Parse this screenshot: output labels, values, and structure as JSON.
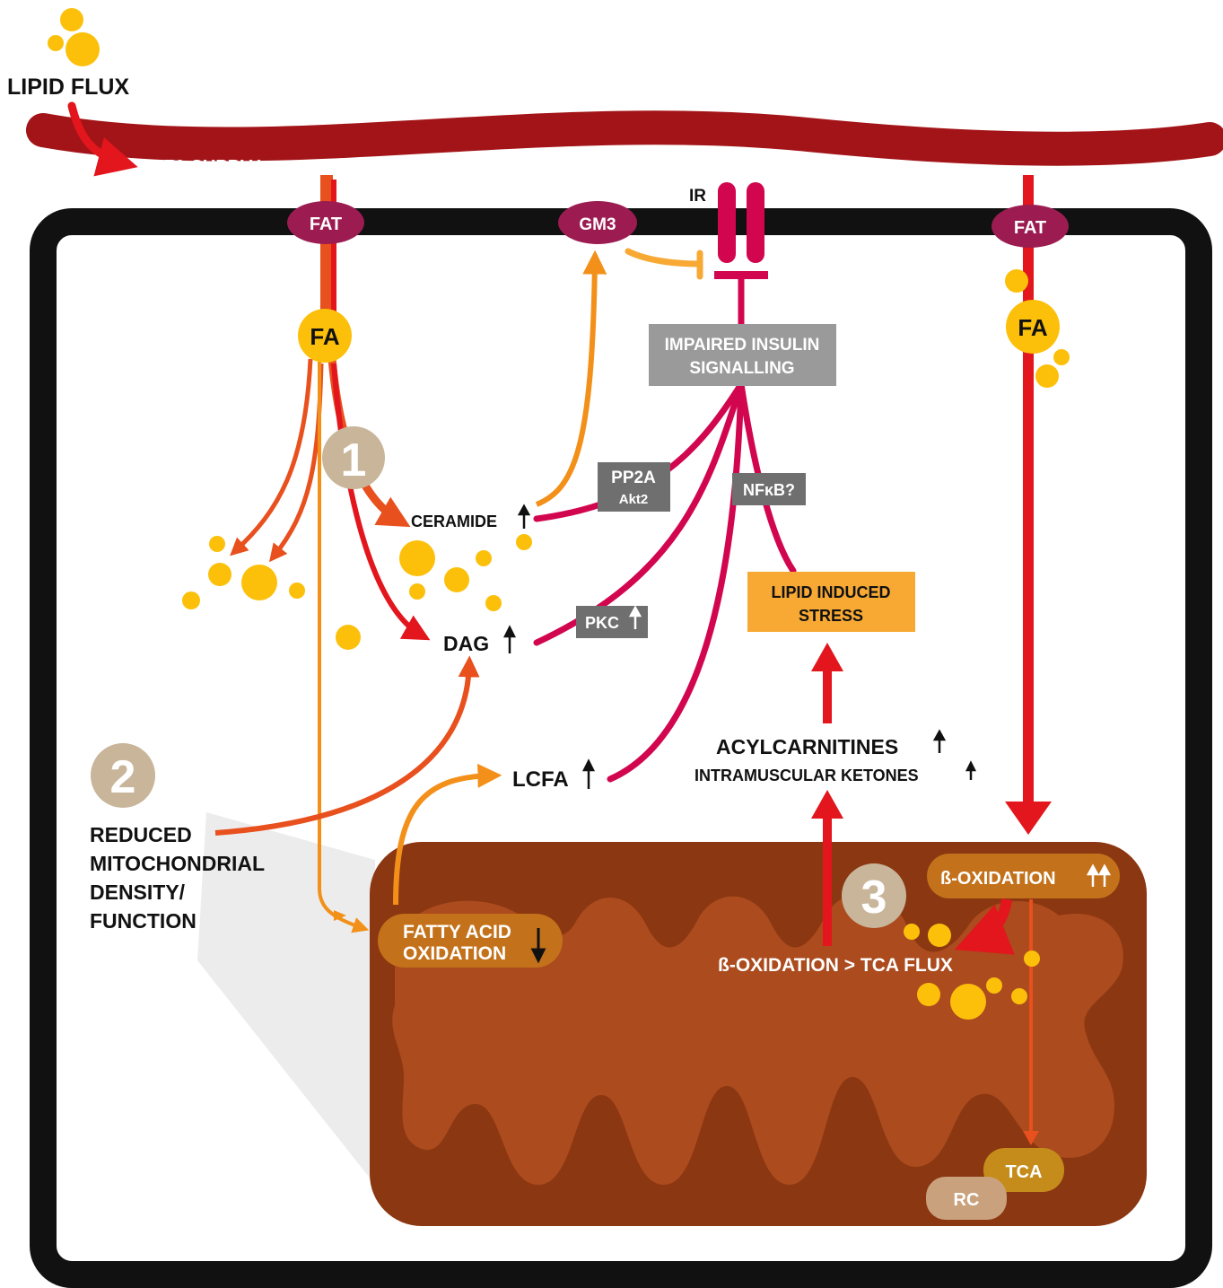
{
  "labels": {
    "lipid_flux": "LIPID FLUX",
    "ffa_supply": "FFA SUPPLY",
    "fat_left": "FAT",
    "fat_right": "FAT",
    "gm3": "GM3",
    "ir": "IR",
    "fa_left": "FA",
    "fa_right": "FA",
    "impaired_line1": "IMPAIRED INSULIN",
    "impaired_line2": "SIGNALLING",
    "pp2a": "PP2A",
    "akt2": "Akt2",
    "nfkb": "NFκB?",
    "pkc": "PKC",
    "ceramide": "CERAMIDE",
    "dag": "DAG",
    "lcfa": "LCFA",
    "lipid_stress_line1": "LIPID INDUCED",
    "lipid_stress_line2": "STRESS",
    "acylcarnitines": "ACYLCARNITINES",
    "ketones": "INTRAMUSCULAR KETONES",
    "reduced_line1": "REDUCED",
    "reduced_line2": "MITOCHONDRIAL",
    "reduced_line3": "DENSITY/",
    "reduced_line4": "FUNCTION",
    "fao_line1": "FATTY ACID",
    "fao_line2": "OXIDATION",
    "beta_ox": "ß-OXIDATION",
    "beta_tca": "ß-OXIDATION > TCA FLUX",
    "tca": "TCA",
    "rc": "RC",
    "num1": "1",
    "num2": "2",
    "num3": "3"
  },
  "colors": {
    "vessel": "#a31418",
    "red": "#e2161c",
    "orange_red": "#e8501e",
    "orange": "#f39019",
    "magenta": "#d1064f",
    "fat": "#9c1c52",
    "lipid": "#fcc00b",
    "gray_box": "#9a9a9a",
    "dark_gray_box": "#6f6f6f",
    "stress": "#f7a934",
    "mito_outer": "#8b3711",
    "mito_inner": "#ab4b1e",
    "mito_label": "#c3711a",
    "tca": "#c58c1b",
    "rc": "#c9a27d",
    "number_circle": "#c8b59a"
  }
}
